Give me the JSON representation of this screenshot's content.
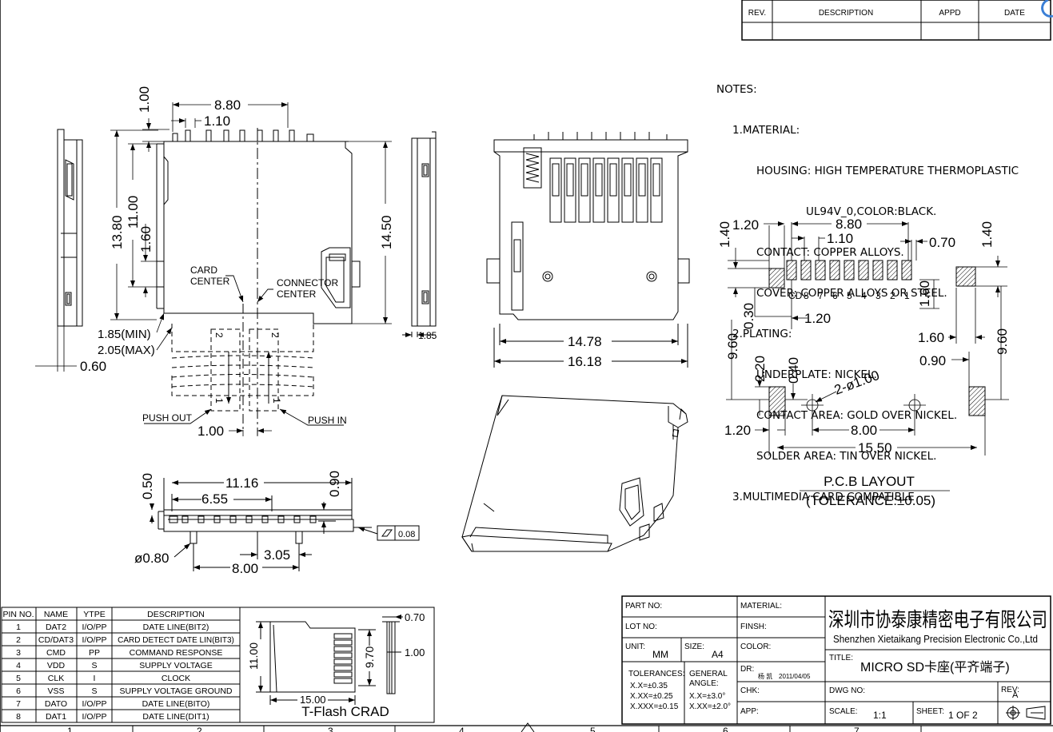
{
  "revision_block": {
    "headers": [
      "REV.",
      "DESCRIPTION",
      "APPD",
      "DATE"
    ]
  },
  "notes": {
    "heading": "NOTES:",
    "lines": [
      "1.MATERIAL:",
      "HOUSING: HIGH TEMPERATURE THERMOPLASTIC",
      "UL94V_0,COLOR:BLACK.",
      "CONTACT: COPPER ALLOYS.",
      "COVER: COPPER ALLOYS OR STEEL.",
      "2.PLATING:",
      "UNDERPLATE: NICKEL.",
      "CONTACT AREA: GOLD OVER NICKEL.",
      "SOLDER AREA: TIN OVER NICKEL.",
      "3.MULTIMEDIA CARD COMPATIBLE"
    ]
  },
  "front_view": {
    "dims": {
      "width": "8.80",
      "pitch": "1.10",
      "top": "1.00",
      "h_total": "13.80",
      "h_inner": "11.00",
      "h_small": "1.60",
      "h_right": "14.50",
      "min": "1.85(MIN)",
      "max": "2.05(MAX)",
      "offset": "0.60",
      "bottom": "1.00"
    },
    "labels": {
      "card_center": [
        "CARD",
        "CENTER"
      ],
      "connector_center": [
        "CONNECTOR",
        "CENTER"
      ],
      "push_out": "PUSH OUT",
      "push_in": "PUSH IN",
      "one": "1",
      "two": "2"
    }
  },
  "side_view": {
    "dim": "1.85"
  },
  "top_view": {
    "dims": {
      "inner": "14.78",
      "outer": "16.18"
    }
  },
  "bottom_view": {
    "dims": {
      "left": "0.50",
      "width": "11.16",
      "pos": "6.55",
      "right": "0.90",
      "hole": "ø0.80",
      "spacing": "3.05",
      "span": "8.00"
    },
    "flatness": "0.08"
  },
  "pcb": {
    "dims": {
      "d120a": "1.20",
      "d880": "8.80",
      "d110": "1.10",
      "d070": "0.70",
      "d140a": "1.40",
      "d140b": "1.40",
      "d030": "0.30",
      "d120b": "1.20",
      "d160a": "1.60",
      "d160b": "1.60",
      "d960a": "9.60",
      "d960b": "9.60",
      "d220": "2.20",
      "d040": "0.40",
      "d090": "0.90",
      "hole": "2-ø1.00",
      "d120c": "1.20",
      "d800": "8.00",
      "d1550": "15.50"
    },
    "pad_labels": [
      "CD",
      "8",
      "7",
      "6",
      "5",
      "4",
      "3",
      "2",
      "1"
    ],
    "title": "P.C.B LAYOUT",
    "tolerance": "(TOLERANCE:±0.05)"
  },
  "pin_table": {
    "headers": [
      "PIN NO.",
      "NAME",
      "YTPE",
      "DESCRIPTION"
    ],
    "rows": [
      [
        "1",
        "DAT2",
        "I/O/PP",
        "DATE LINE(BIT2)"
      ],
      [
        "2",
        "CD/DAT3",
        "I/O/PP",
        "CARD DETECT DATE LIN(BIT3)"
      ],
      [
        "3",
        "CMD",
        "PP",
        "COMMAND RESPONSE"
      ],
      [
        "4",
        "VDD",
        "S",
        "SUPPLY VOLTAGE"
      ],
      [
        "5",
        "CLK",
        "I",
        "CLOCK"
      ],
      [
        "6",
        "VSS",
        "S",
        "SUPPLY VOLTAGE GROUND"
      ],
      [
        "7",
        "DATO",
        "I/O/PP",
        "DATE LINE(BITO)"
      ],
      [
        "8",
        "DAT1",
        "I/O/PP",
        "DATE LINE(DIT1)"
      ]
    ]
  },
  "card_view": {
    "dims": {
      "height": "11.00",
      "inner": "9.70",
      "width": "15.00",
      "thick": "0.70",
      "edge": "1.00"
    },
    "title": "T-Flash  CRAD"
  },
  "title_block": {
    "part_no": "PART NO:",
    "lot_no": "LOT NO:",
    "unit_label": "UNIT:",
    "unit": "MM",
    "size_label": "SIZE:",
    "size": "A4",
    "tolerances_label": "TOLERANCES:",
    "tolerances": [
      "X.X=±0.35",
      "X.XX=±0.25",
      "X.XXX=±0.15"
    ],
    "angle_label": [
      "GENERAL",
      "ANGLE:"
    ],
    "angles": [
      "X.X=±3.0°",
      "X.XX=±2.0°"
    ],
    "material": "MATERIAL:",
    "finish": "FINSH:",
    "color": "COLOR:",
    "dr_label": "DR:",
    "drawer": "杨 凯",
    "dr_date": "2011/04/05",
    "chk": "CHK:",
    "app": "APP:",
    "company_cn": "深圳市协泰康精密电子有限公司",
    "company_en": "Shenzhen Xietaikang Precision Electronic Co.,Ltd",
    "title_label": "TITLE:",
    "title": "MICRO  SD卡座(平齐端子)",
    "dwg_no": "DWG NO:",
    "rev_label": "REV:",
    "rev": "A",
    "scale_label": "SCALE:",
    "scale": "1:1",
    "sheet_label": "SHEET:",
    "sheet": "1  OF  2"
  },
  "zones": [
    "1",
    "2",
    "3",
    "4",
    "5",
    "6",
    "7"
  ]
}
